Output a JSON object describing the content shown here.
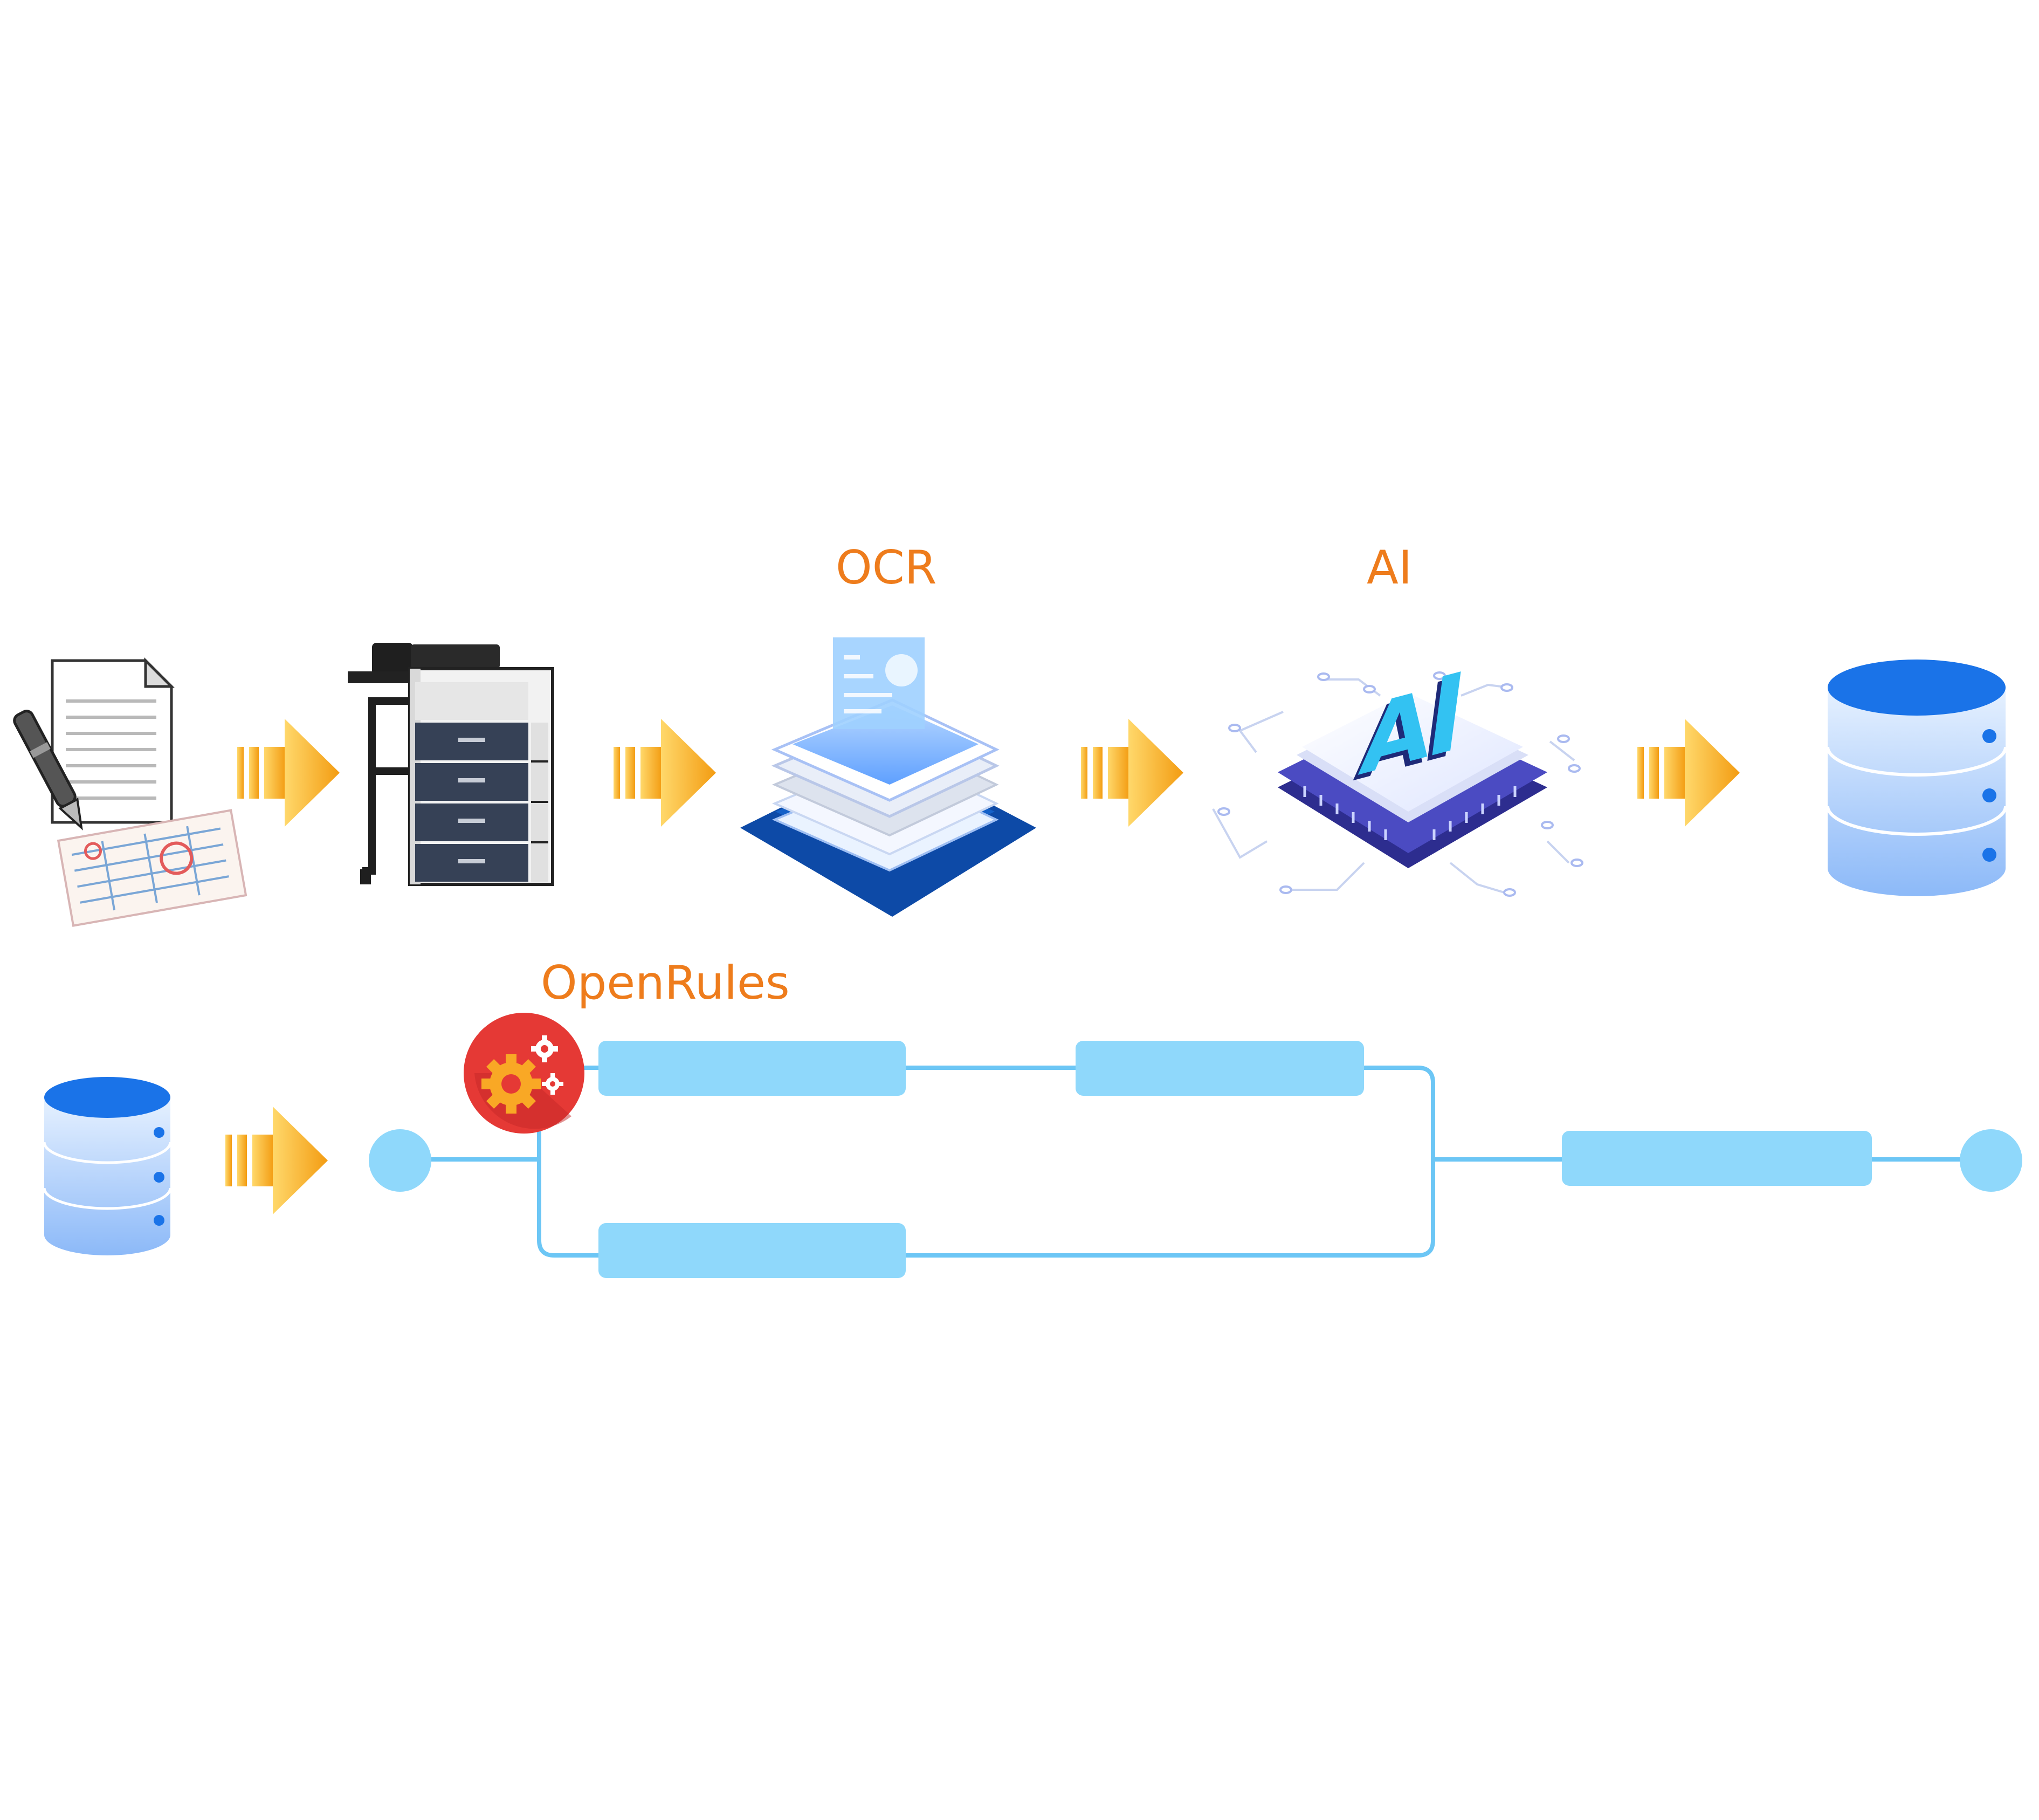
{
  "labels": {
    "ocr": "OCR",
    "ai": "AI",
    "openrules": "OpenRules"
  },
  "icons": {
    "documents": "documents-with-pen-icon",
    "scanner": "multifunction-printer-scanner-icon",
    "ocr": "ocr-document-layers-icon",
    "ai_chip": "ai-chip-icon",
    "database": "database-icon",
    "gears": "gears-icon"
  },
  "colors": {
    "label_orange": "#ee7c1c",
    "arrow_gold": "#f6a800",
    "flow_blue": "#8fd8fb",
    "flow_line": "#6cc6f5",
    "db_top": "#1a73e8",
    "gear_red": "#e53935"
  }
}
